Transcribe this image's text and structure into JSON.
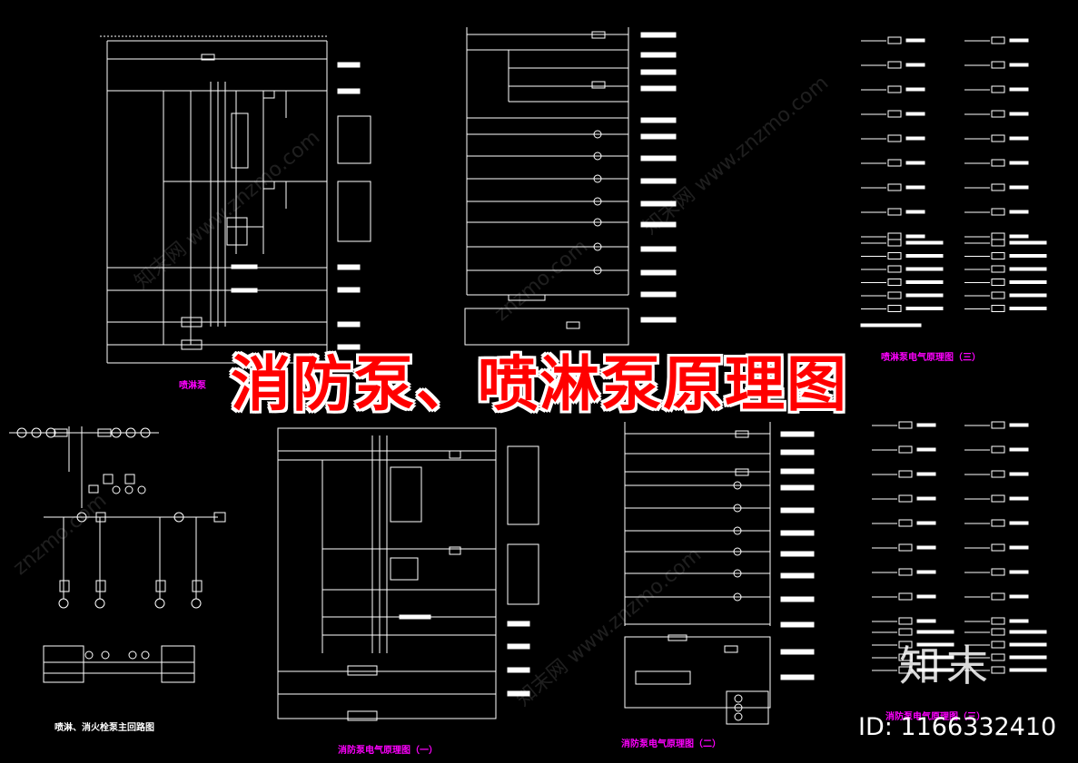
{
  "banner": {
    "title": "消防泵、喷淋泵原理图"
  },
  "captions": {
    "fire_pump_1": "消防泵电气原理图（一）",
    "fire_pump_2": "消防泵电气原理图（二）",
    "spray_pump_3": "喷淋泵电气原理图（三）",
    "fire_pump_3": "消防泵电气原理图（三）",
    "main_circuit": "喷淋、消火栓泵主回路图",
    "spray_pump_partial": "喷淋泵"
  },
  "watermark": {
    "id_label": "ID: 1166332410",
    "logo": "知末",
    "site_text": "znzmo.com",
    "site_text_cn": "知末网 www.znzmo.com"
  },
  "colors": {
    "background": "#000000",
    "line": "#ffffff",
    "caption": "#ff00ff",
    "banner": "#ff0000",
    "accent_yellow": "#ffff00"
  }
}
